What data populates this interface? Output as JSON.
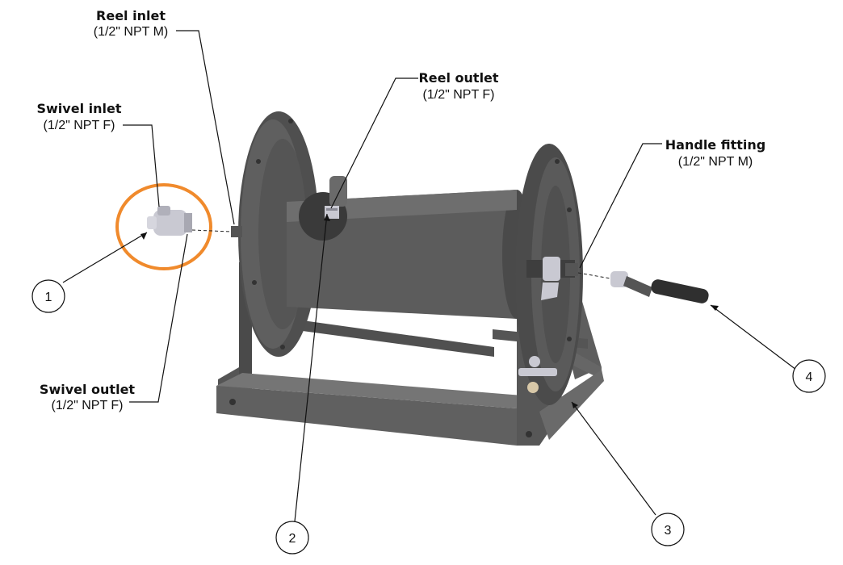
{
  "labels": {
    "reel_inlet": {
      "title": "Reel inlet",
      "spec": "(1/2\" NPT M)"
    },
    "swivel_inlet": {
      "title": "Swivel inlet",
      "spec": "(1/2\" NPT F)"
    },
    "reel_outlet": {
      "title": "Reel outlet",
      "spec": "(1/2\" NPT F)"
    },
    "handle_fitting": {
      "title": "Handle fitting",
      "spec": "(1/2\" NPT M)"
    },
    "swivel_outlet": {
      "title": "Swivel outlet",
      "spec": "(1/2\" NPT F)"
    }
  },
  "callouts": [
    "1",
    "2",
    "3",
    "4"
  ],
  "colors": {
    "highlight": "#F08A2C",
    "body": "#5C5C5C",
    "body_dark": "#3E3E3E",
    "body_light": "#7A7A7A",
    "fitting": "#C9C9D2"
  }
}
